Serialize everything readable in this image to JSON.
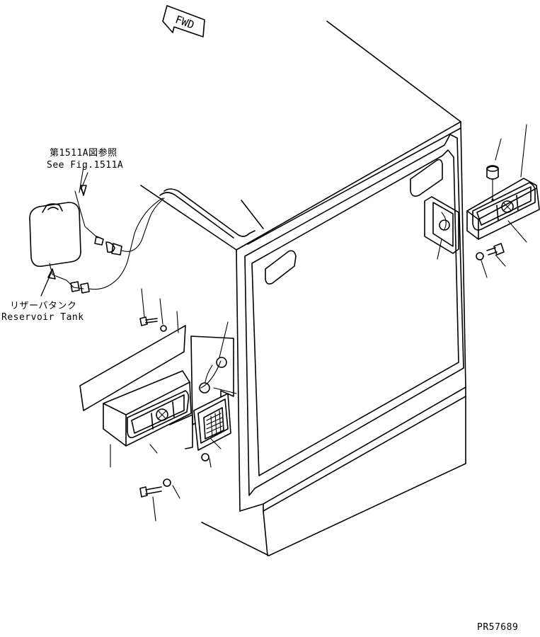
{
  "direction_marker": {
    "text": "FWD"
  },
  "labels": {
    "reference_ja": "第1511A図参照",
    "reference_en": "See Fig.1511A",
    "reservoir_ja": "リザーバタンク",
    "reservoir_en": "Reservoir Tank"
  },
  "drawing_number": "PR57689"
}
